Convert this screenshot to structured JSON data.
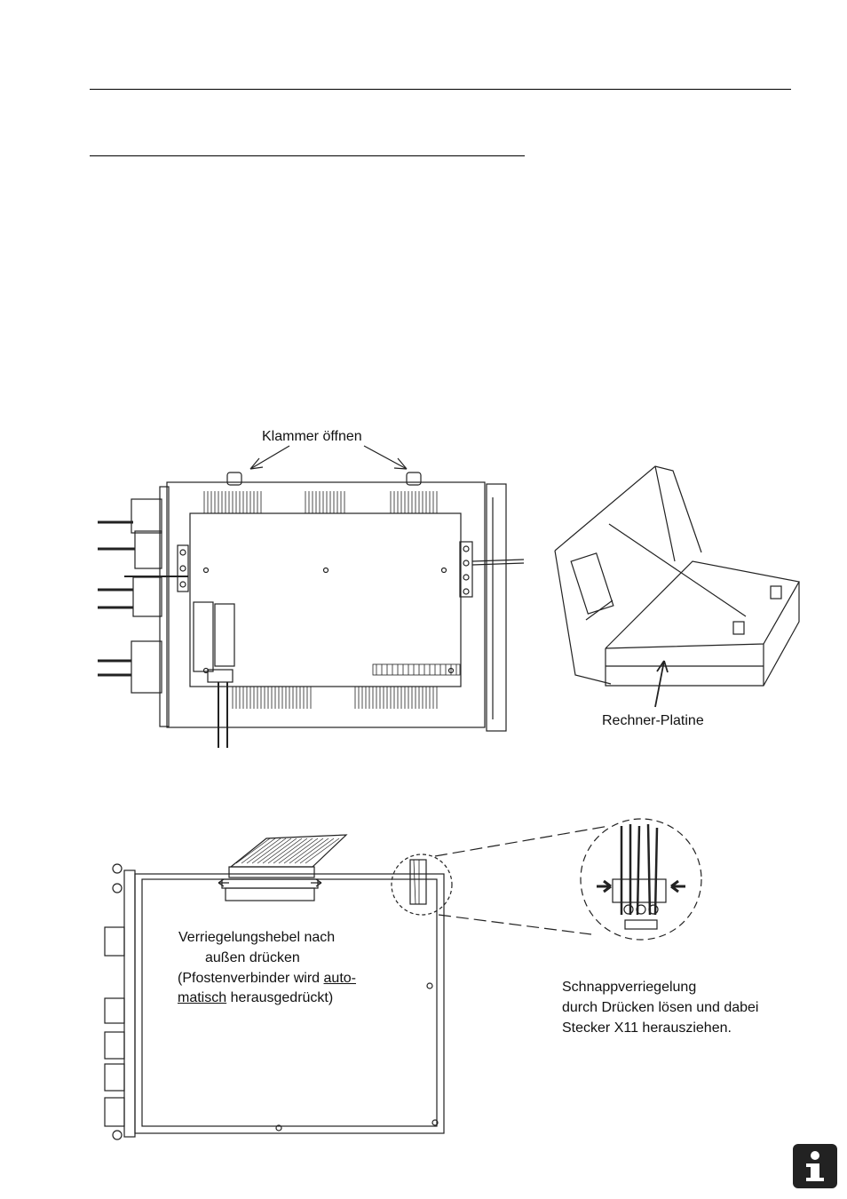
{
  "top_figure": {
    "clamp_label": "Klammer öffnen",
    "board_label": "Rechner-Platine"
  },
  "bottom_figure": {
    "lever_note": {
      "line1": "Verriegelungshebel nach",
      "line2": "außen drücken",
      "line3_prefix": "(Pfostenverbinder wird ",
      "line3_underlined": "auto-",
      "line4_underlined": "matisch",
      "line4_suffix": " herausgedrückt)"
    },
    "snap_note": {
      "line1": "Schnappverriegelung",
      "line2": "durch Drücken lösen und dabei",
      "line3": "Stecker X11 herausziehen."
    }
  },
  "icons": [
    "info-icon"
  ]
}
